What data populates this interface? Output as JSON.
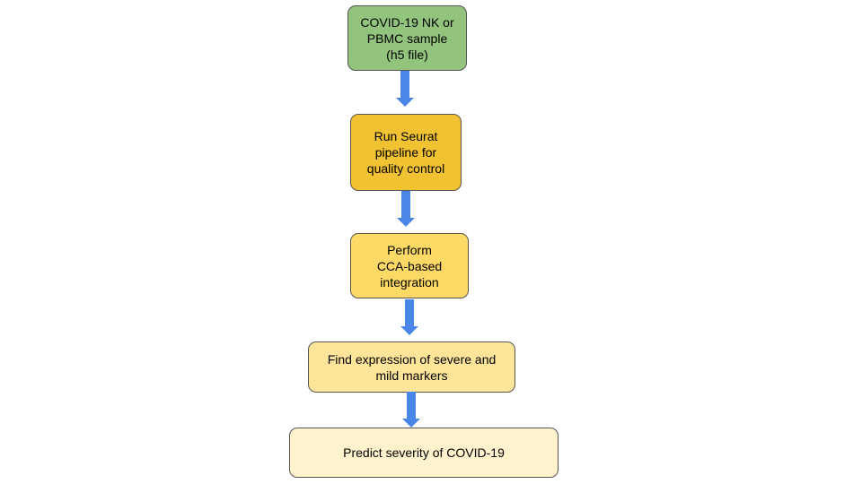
{
  "diagram": {
    "type": "flowchart",
    "direction": "top-to-bottom",
    "arrow_color": "#4a86e8",
    "border_color": "#555555",
    "nodes": [
      {
        "id": "n1",
        "label": "COVID-19 NK or\nPBMC sample\n(h5 file)",
        "fill": "#93c47d"
      },
      {
        "id": "n2",
        "label": "Run Seurat\npipeline for\nquality control",
        "fill": "#f1c232"
      },
      {
        "id": "n3",
        "label": "Perform\nCCA-based\nintegration",
        "fill": "#ffd966"
      },
      {
        "id": "n4",
        "label": "Find expression of severe and\nmild markers",
        "fill": "#ffe599"
      },
      {
        "id": "n5",
        "label": "Predict severity of COVID-19",
        "fill": "#fff2cc"
      }
    ],
    "edges": [
      {
        "from": "n1",
        "to": "n2"
      },
      {
        "from": "n2",
        "to": "n3"
      },
      {
        "from": "n3",
        "to": "n4"
      },
      {
        "from": "n4",
        "to": "n5"
      }
    ]
  }
}
